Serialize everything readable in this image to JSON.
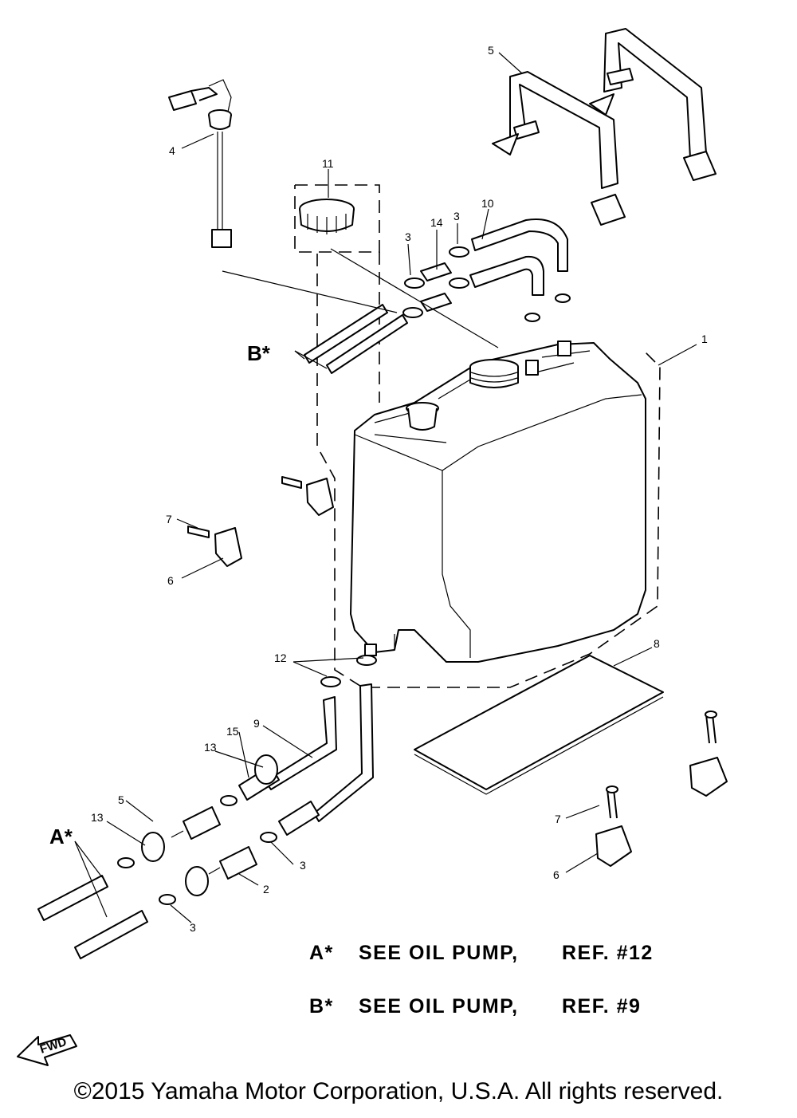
{
  "callouts": {
    "c1": "1",
    "c2": "2",
    "c3a": "3",
    "c3b": "3",
    "c3c": "3",
    "c3d": "3",
    "c4": "4",
    "c5a": "5",
    "c5b": "5",
    "c6a": "6",
    "c6b": "6",
    "c7a": "7",
    "c7b": "7",
    "c8": "8",
    "c9": "9",
    "c10": "10",
    "c11": "11",
    "c12": "12",
    "c13a": "13",
    "c13b": "13",
    "c14": "14",
    "c15": "15"
  },
  "ref_labels": {
    "a": "A*",
    "b": "B*"
  },
  "notes": [
    {
      "marker": "A*",
      "text": "SEE  OIL PUMP,",
      "ref": "REF.  #12"
    },
    {
      "marker": "B*",
      "text": "SEE  OIL PUMP,",
      "ref": "REF.  #9"
    }
  ],
  "fwd_label": "FWD",
  "copyright": "©2015 Yamaha Motor Corporation, U.S.A. All rights reserved."
}
